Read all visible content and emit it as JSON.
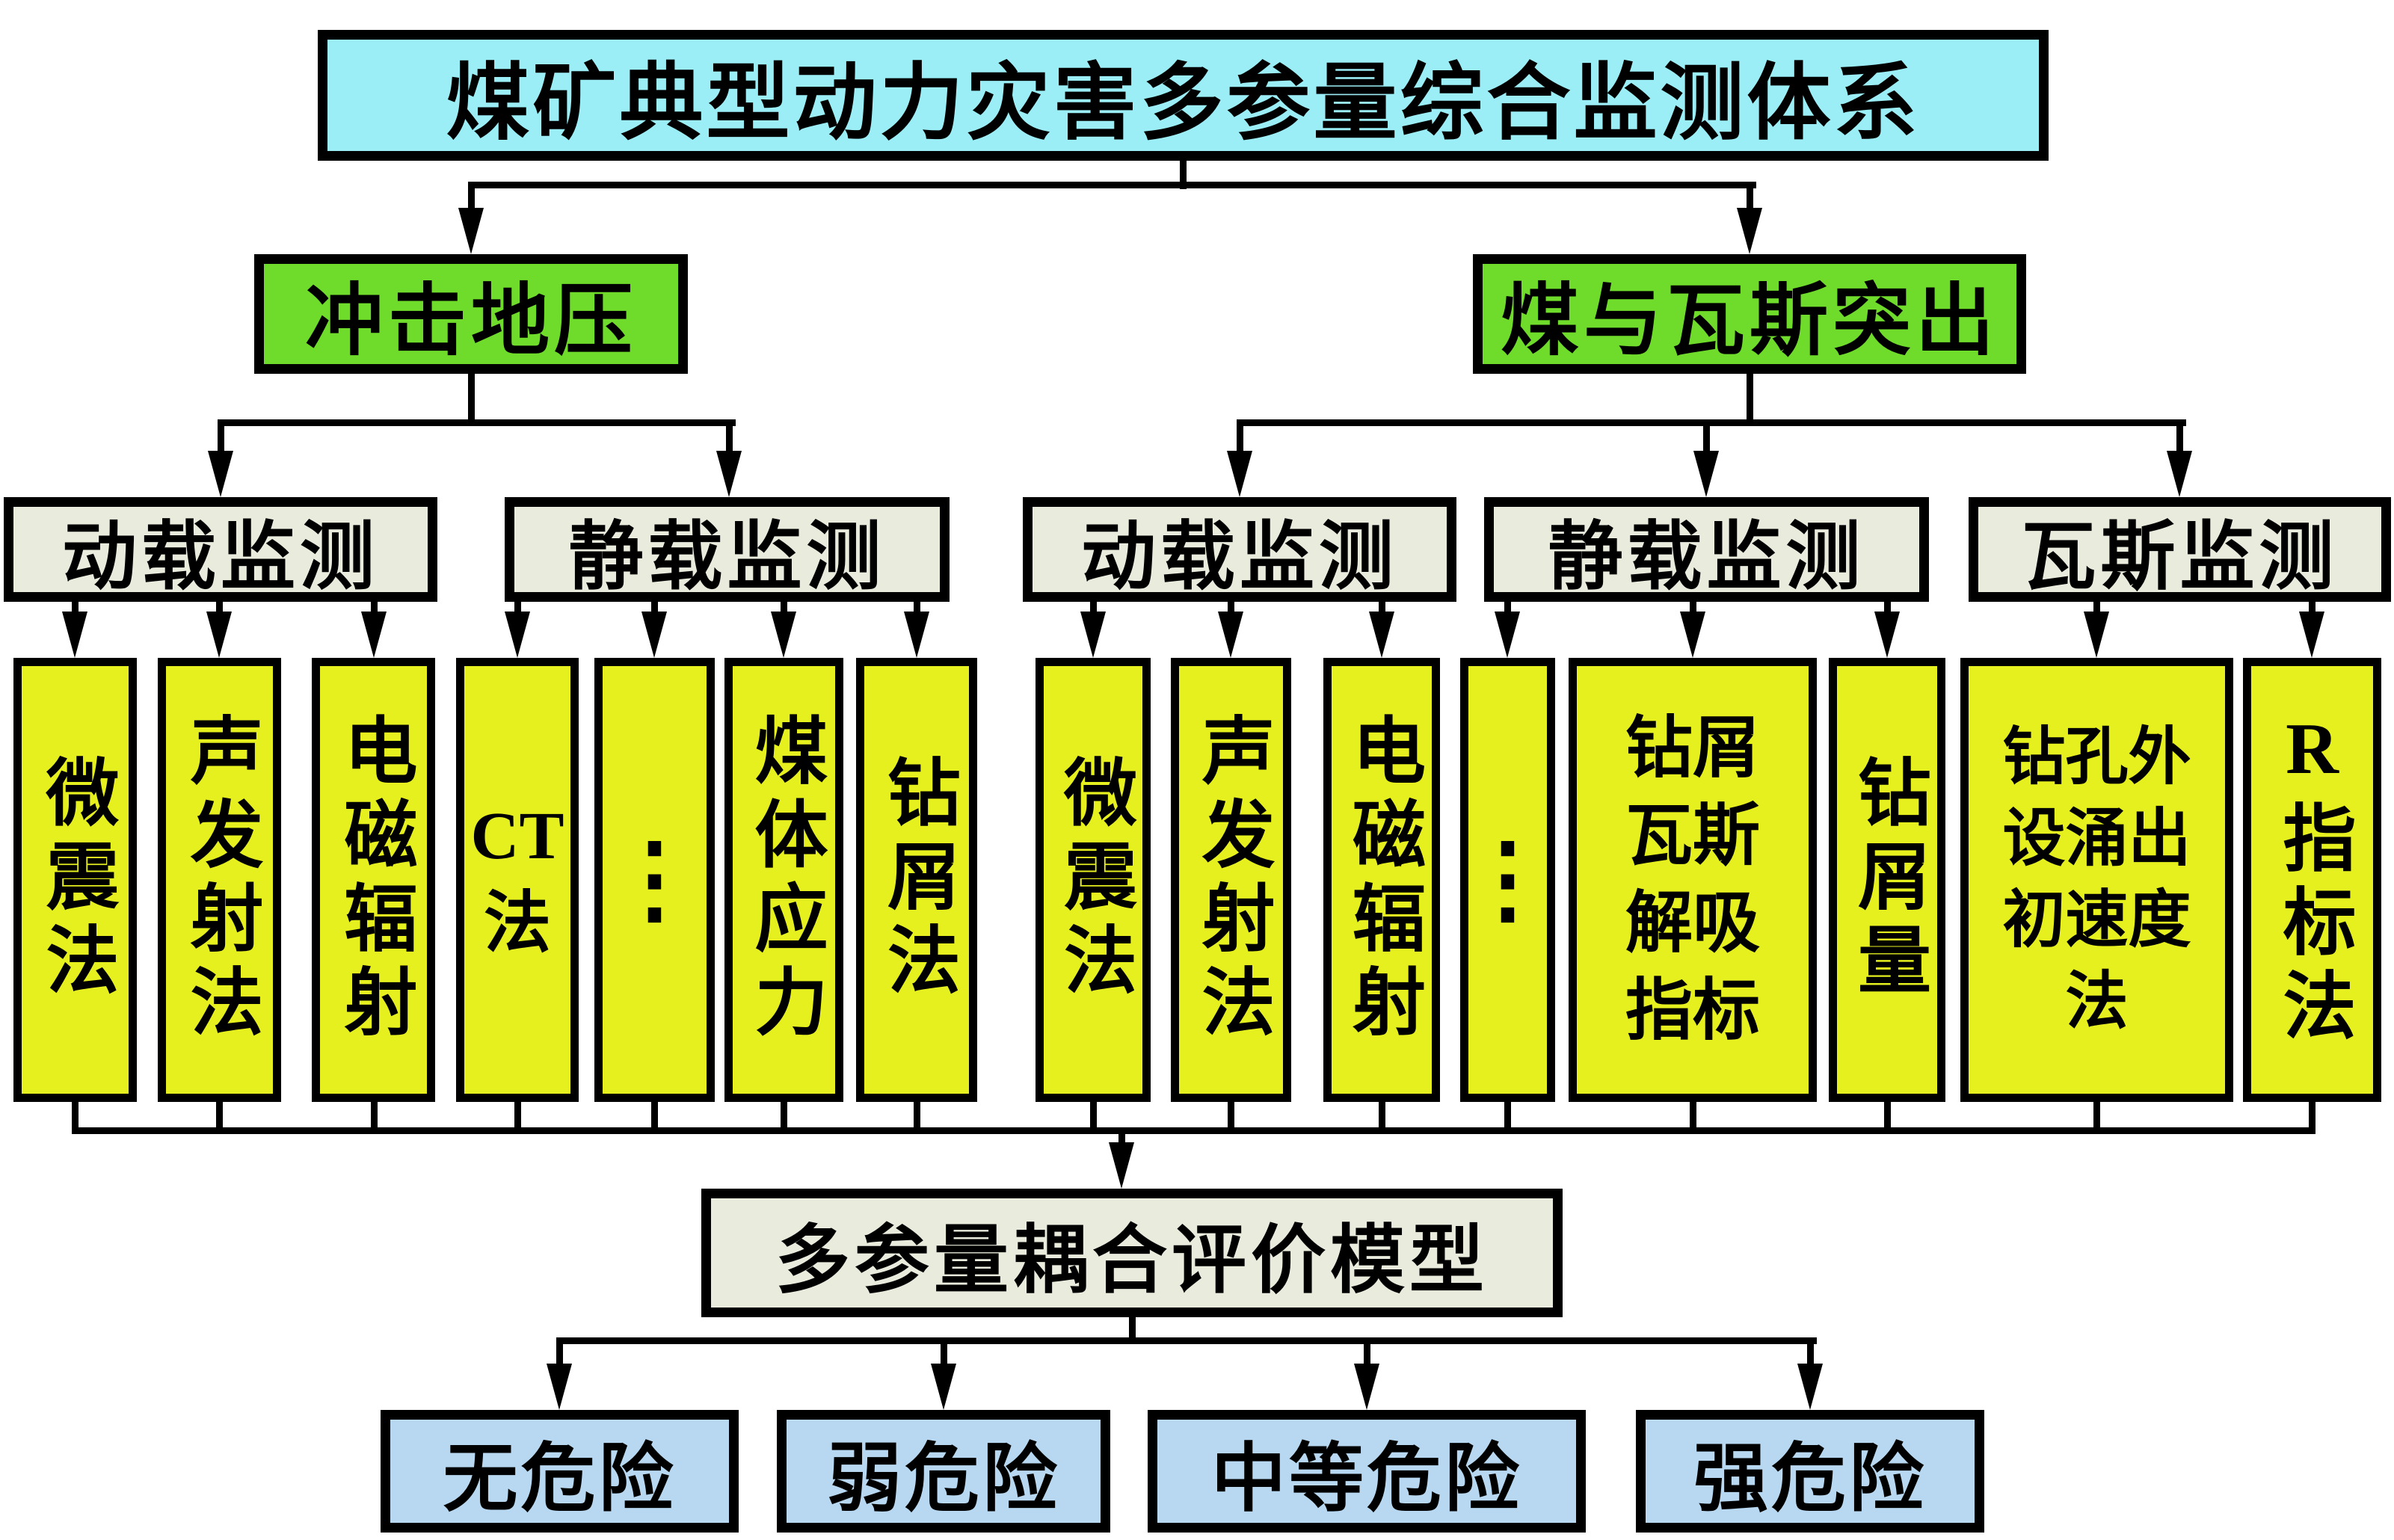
{
  "title": "煤矿典型动力灾害多参量综合监测体系",
  "hazards": {
    "rockburst": "冲击地压",
    "outburst": "煤与瓦斯突出"
  },
  "categories": {
    "rb_dynamic": "动载监测",
    "rb_static": "静载监测",
    "ob_dynamic": "动载监测",
    "ob_static": "静载监测",
    "ob_gas": "瓦斯监测"
  },
  "methods": {
    "rb_d": [
      "微震法",
      "声发射法",
      "电磁辐射"
    ],
    "rb_s": [
      "CT法",
      "⋮",
      "煤体应力",
      "钻屑法"
    ],
    "ob_d": [
      "微震法",
      "声发射法",
      "电磁辐射"
    ],
    "ob_s": [
      "⋮",
      "钻屑瓦斯解吸指标",
      "钻屑量"
    ],
    "ob_g": [
      "钻孔外设涌出初速度法",
      "R指标法"
    ]
  },
  "model": "多参量耦合评价模型",
  "risk_levels": [
    "无危险",
    "弱危险",
    "中等危险",
    "强危险"
  ],
  "colors": {
    "cyan": "#9BEEF6",
    "green": "#6FDB2B",
    "gray": "#E9EBDD",
    "yellow": "#E6F01E",
    "blue": "#B7D8F0",
    "line": "#000000"
  }
}
